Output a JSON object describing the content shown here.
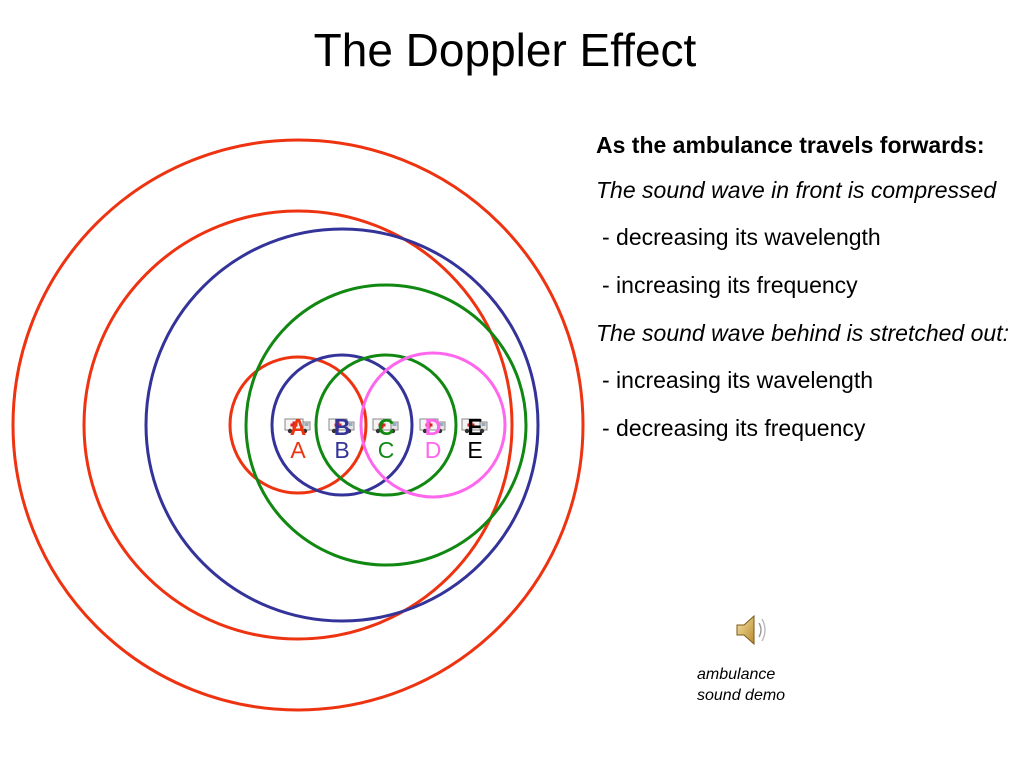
{
  "slide": {
    "title": "The Doppler Effect"
  },
  "diagram": {
    "sources": [
      {
        "id": "A",
        "color": "#ee3311",
        "radii": [
          68,
          214,
          285
        ]
      },
      {
        "id": "B",
        "color": "#333399",
        "radii": [
          70,
          196
        ]
      },
      {
        "id": "C",
        "color": "#118811",
        "radii": [
          70,
          140
        ]
      },
      {
        "id": "D",
        "color": "#ff66ee",
        "radii": [
          72
        ]
      },
      {
        "id": "E",
        "color": "#000000",
        "radii": []
      }
    ],
    "vehicle_icon": "ambulance-icon"
  },
  "panel": {
    "heading": "As the ambulance travels forwards:",
    "front_note": "The sound wave in front is compressed",
    "front_points": [
      "- decreasing its wavelength",
      "- increasing its frequency"
    ],
    "behind_note": "The sound wave behind is stretched out:",
    "behind_points": [
      "- increasing its wavelength",
      "- decreasing its frequency"
    ]
  },
  "demo": {
    "icon": "speaker-icon",
    "caption_line1": "ambulance",
    "caption_line2": "sound demo"
  }
}
